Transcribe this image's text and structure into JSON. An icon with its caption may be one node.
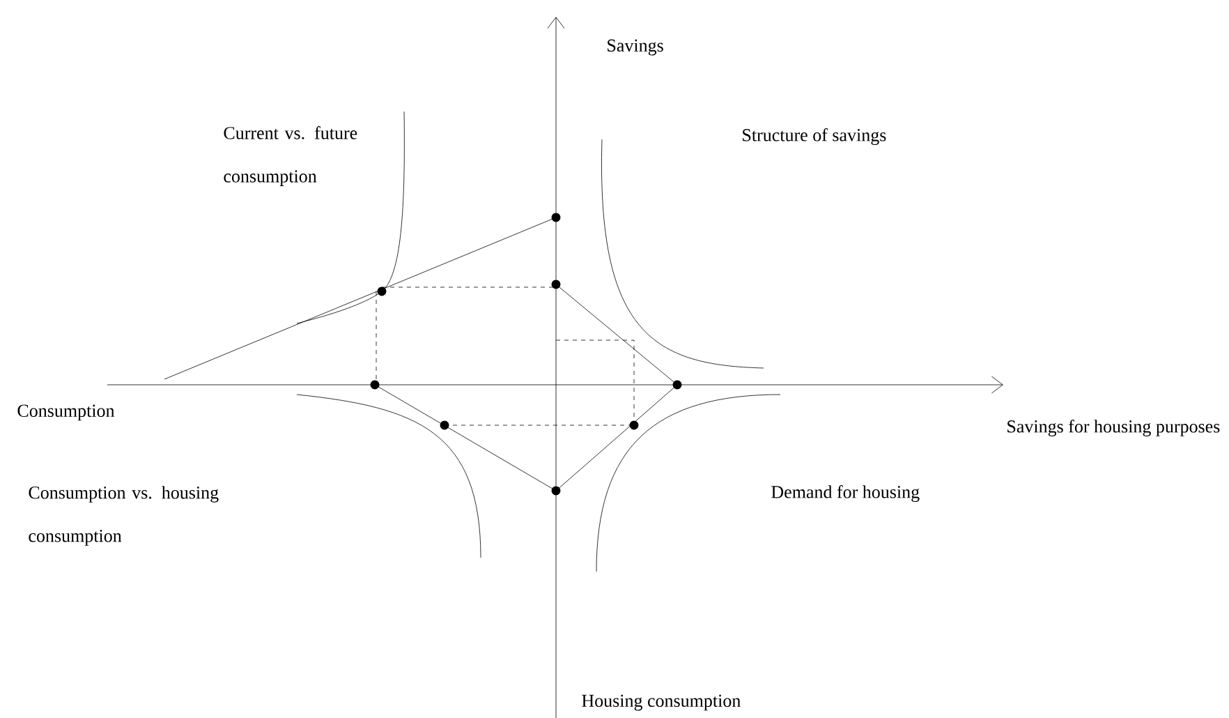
{
  "diagram": {
    "labels": [
      "Savings",
      "Current vs. future consumption",
      "Structure of savings",
      "Consumption",
      "Savings for housing purposes",
      "Consumption vs. housing consumption",
      "Demand for housing",
      "Housing consumption"
    ]
  }
}
